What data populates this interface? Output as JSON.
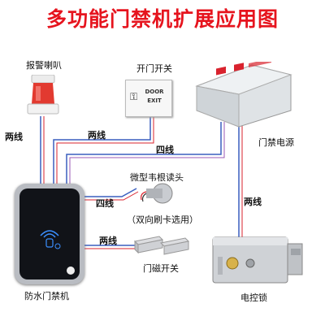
{
  "title": "多功能门禁机扩展应用图",
  "devices": {
    "alarm": "报警喇叭",
    "exit_button": "开门开关",
    "exit_button_text": "DOOR EXIT",
    "power_supply": "门禁电源",
    "reader": "微型韦根读头",
    "reader_note": "（双向刷卡选用）",
    "door_sensor": "门磁开关",
    "controller": "防水门禁机",
    "lock": "电控锁"
  },
  "wires": {
    "alarm": "两线",
    "exit_button": "两线",
    "power_controller": "四线",
    "reader": "四线",
    "door_sensor": "两线",
    "power_lock": "两线"
  },
  "colors": {
    "title": "#e6141e",
    "wire_blue": "#3a5fbf",
    "wire_red": "#d9232e",
    "wire_purple": "#9b59b6"
  }
}
